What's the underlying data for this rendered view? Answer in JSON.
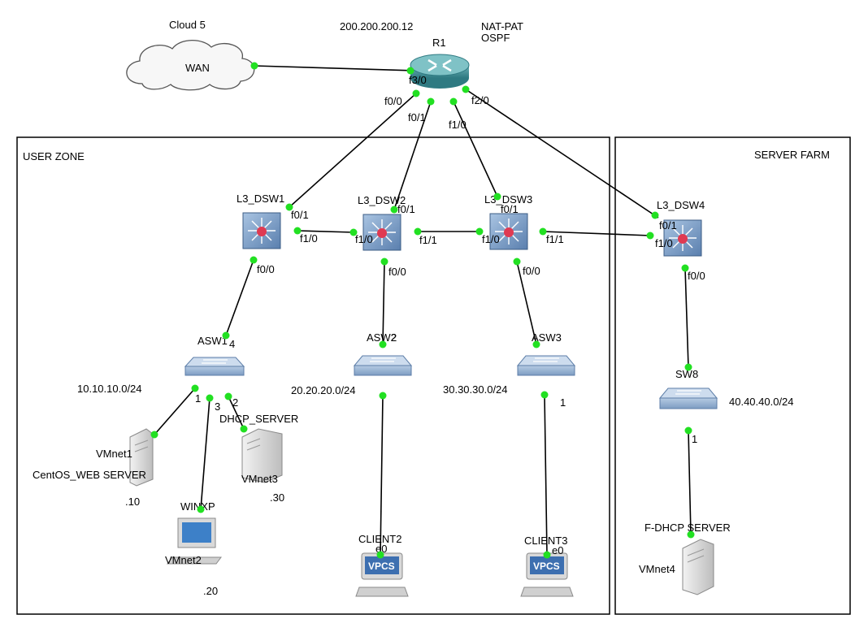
{
  "zones": {
    "user": "USER ZONE",
    "server": "SERVER FARM"
  },
  "cloud": {
    "name": "Cloud 5",
    "label": "WAN"
  },
  "router": {
    "name": "R1",
    "ip": "200.200.200.12",
    "note1": "NAT-PAT",
    "note2": "OSPF"
  },
  "switches_l3": {
    "dsw1": "L3_DSW1",
    "dsw2": "L3_DSW2",
    "dsw3": "L3_DSW3",
    "dsw4": "L3_DSW4"
  },
  "switches_l2": {
    "asw1": "ASW1",
    "asw2": "ASW2",
    "asw3": "ASW3",
    "sw8": "SW8"
  },
  "subnets": {
    "s1": "10.10.10.0/24",
    "s2": "20.20.20.0/24",
    "s3": "30.30.30.0/24",
    "s4": "40.40.40.0/24"
  },
  "hosts": {
    "vmnet1": "VMnet1",
    "centos": "CentOS_WEB SERVER",
    "ip10": ".10",
    "dhcp": "DHCP_SERVER",
    "vmnet3": "VMnet3",
    "ip30": ".30",
    "winxp": "WINXP",
    "vmnet2": "VMnet2",
    "ip20": ".20",
    "client2": "CLIENT2",
    "client3": "CLIENT3",
    "fdhcp": "F-DHCP SERVER",
    "vmnet4": "VMnet4",
    "vpcs": "VPCS"
  },
  "ports": {
    "f3_0": "f3/0",
    "f0_0": "f0/0",
    "f0_1": "f0/1",
    "f1_0": "f1/0",
    "f2_0": "f2/0",
    "f1_1": "f1/1",
    "e0": "e0",
    "p1": "1",
    "p2": "2",
    "p3": "3",
    "p4": "4",
    "p2b": "2"
  }
}
